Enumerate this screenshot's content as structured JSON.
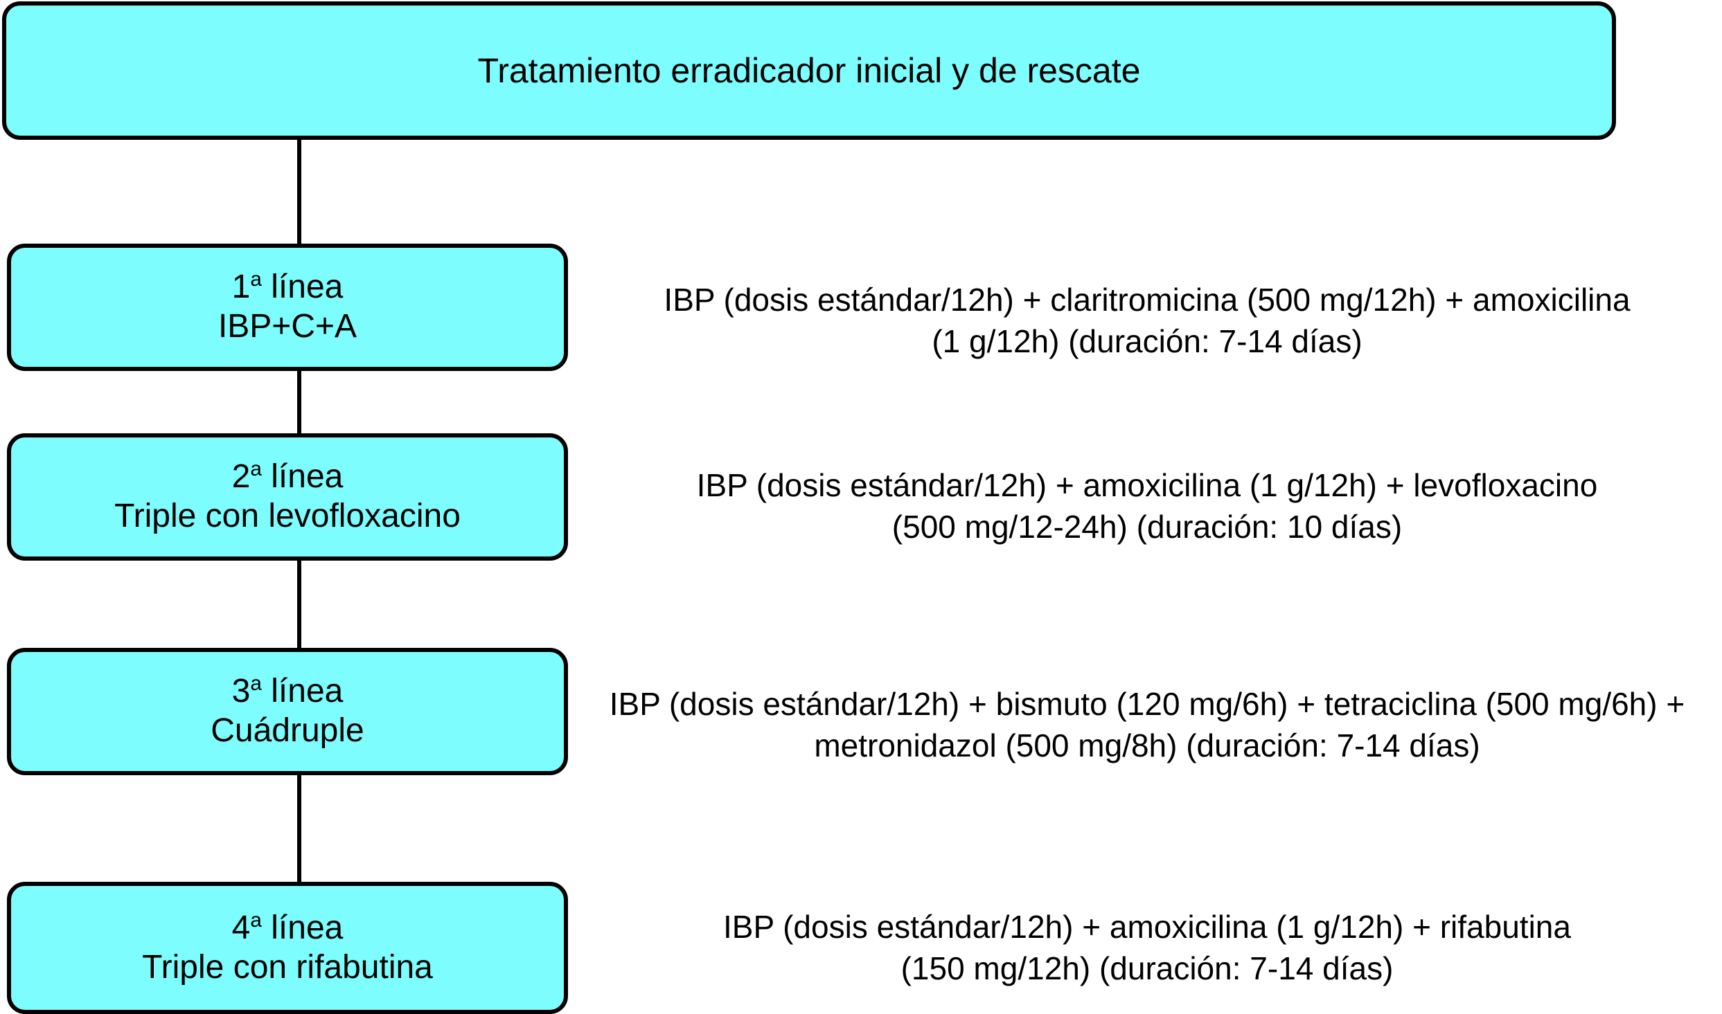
{
  "diagram": {
    "title": "Tratamiento erradicador inicial y de rescate",
    "colors": {
      "node_fill": "#7dfdfd",
      "node_border": "#000000",
      "text": "#000000",
      "background": "#ffffff"
    },
    "steps": [
      {
        "order": "1",
        "ordinal_suffix": "a",
        "line_label": " línea",
        "regimen_name": "IBP+C+A",
        "detail_line_1": "IBP (dosis estándar/12h) + claritromicina (500 mg/12h) + amoxicilina",
        "detail_line_2": "(1 g/12h) (duración: 7-14 días)"
      },
      {
        "order": "2",
        "ordinal_suffix": "a",
        "line_label": " línea",
        "regimen_name": "Triple con levofloxacino",
        "detail_line_1": "IBP (dosis estándar/12h) + amoxicilina (1 g/12h) + levofloxacino",
        "detail_line_2": "(500 mg/12-24h) (duración: 10 días)"
      },
      {
        "order": "3",
        "ordinal_suffix": "a",
        "line_label": " línea",
        "regimen_name": "Cuádruple",
        "detail_line_1": "IBP (dosis estándar/12h) + bismuto (120 mg/6h) + tetraciclina (500 mg/6h) +",
        "detail_line_2": "metronidazol (500 mg/8h) (duración: 7-14 días)"
      },
      {
        "order": "4",
        "ordinal_suffix": "a",
        "line_label": " línea",
        "regimen_name": "Triple con rifabutina",
        "detail_line_1": "IBP (dosis estándar/12h) + amoxicilina (1 g/12h) + rifabutina",
        "detail_line_2": "(150 mg/12h) (duración: 7-14 días)"
      }
    ]
  }
}
